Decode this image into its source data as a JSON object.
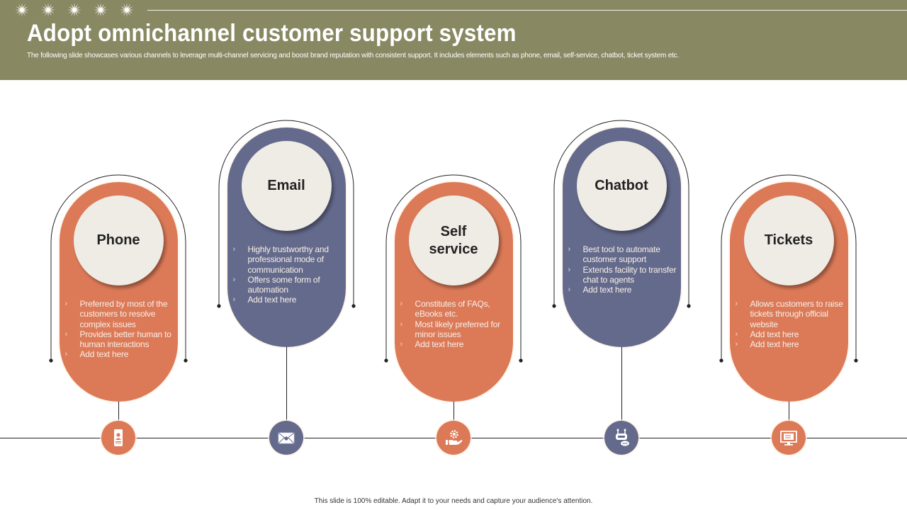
{
  "header": {
    "title": "Adopt omnichannel customer support system",
    "subtitle": "The following slide showcases various channels to leverage multi-channel servicing and boost brand reputation with consistent support. It includes elements such as phone,  email,  self-service, chatbot, ticket system etc.",
    "decoration_icon": "sparkle-star-icon",
    "decoration_count": 5
  },
  "colors": {
    "header_bg": "#888863",
    "orange": "#dc7a58",
    "blue": "#646a8c",
    "disc": "#efece6"
  },
  "channels": [
    {
      "id": "phone",
      "label": "Phone",
      "color": "orange",
      "icon": "mobile-contact-icon",
      "bullets": [
        "Preferred by most of the customers to resolve complex issues",
        "Provides better human to human interactions",
        "Add text here"
      ]
    },
    {
      "id": "email",
      "label": "Email",
      "color": "blue",
      "icon": "envelope-icon",
      "bullets": [
        "Highly trustworthy and professional mode of communication",
        "Offers some form of automation",
        "Add text here"
      ]
    },
    {
      "id": "self-service",
      "label": "Self\nservice",
      "color": "orange",
      "icon": "hand-gear-icon",
      "bullets": [
        "Constitutes of FAQs, eBooks etc.",
        "Most likely preferred for minor issues",
        "Add text here"
      ]
    },
    {
      "id": "chatbot",
      "label": "Chatbot",
      "color": "blue",
      "icon": "robot-chat-icon",
      "bullets": [
        "Best tool to automate customer support",
        "Extends facility to transfer chat to agents",
        "Add text here"
      ]
    },
    {
      "id": "tickets",
      "label": "Tickets",
      "color": "orange",
      "icon": "monitor-ticket-icon",
      "bullets": [
        "Allows customers to raise tickets through official website",
        "Add text here",
        "Add text here"
      ]
    }
  ],
  "footer": {
    "text": "This slide is 100% editable. Adapt it to your needs and capture your audience's attention."
  }
}
